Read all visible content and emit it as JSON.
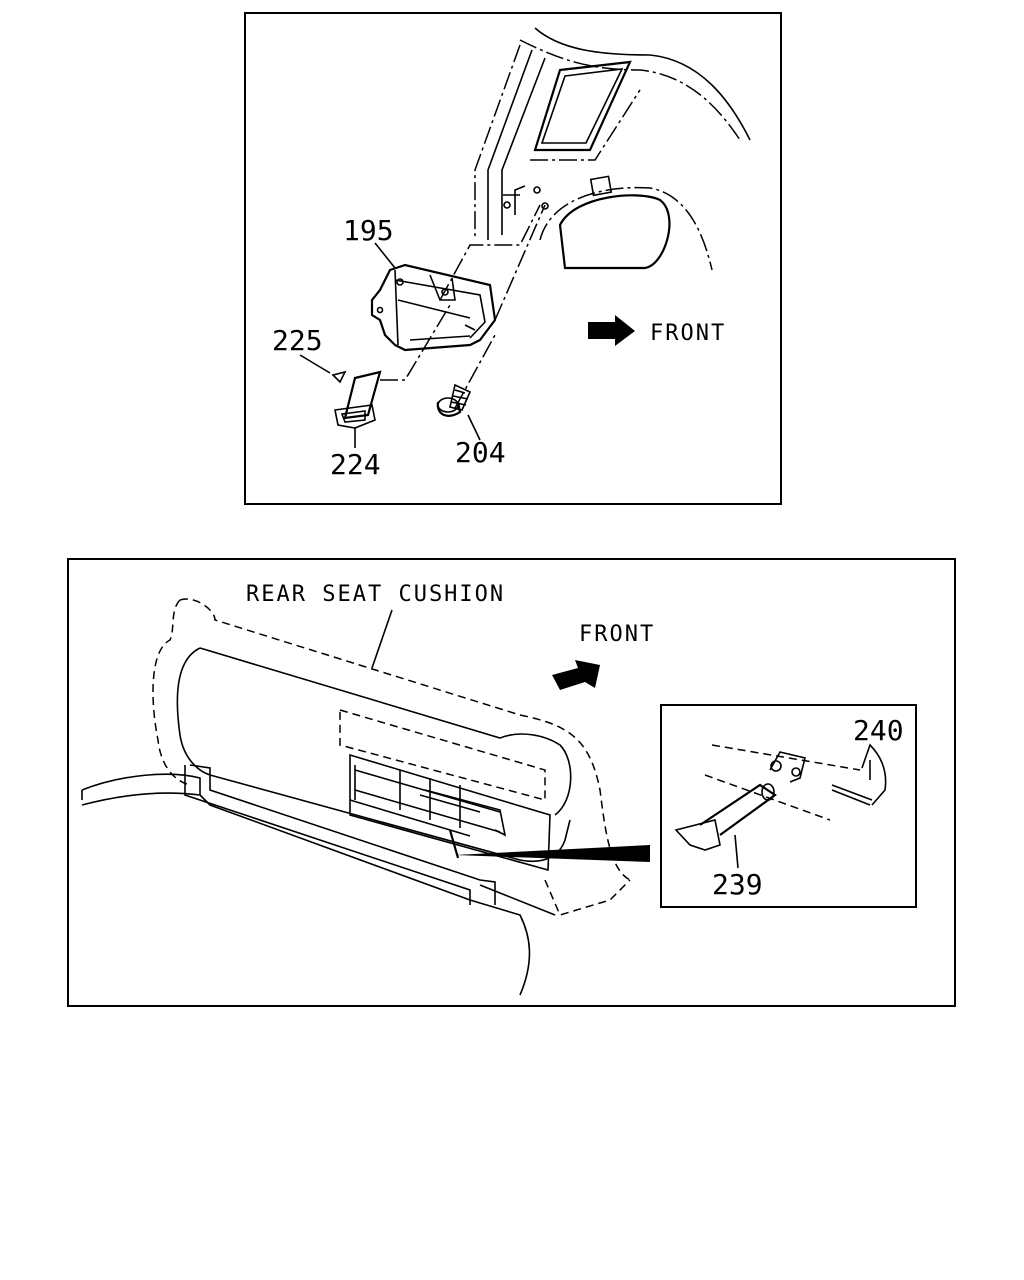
{
  "top_panel": {
    "labels": {
      "p195": "195",
      "p225": "225",
      "p224": "224",
      "p204": "204"
    },
    "front": "FRONT"
  },
  "bottom_panel": {
    "rear_seat_cushion": "REAR SEAT CUSHION",
    "front": "FRONT",
    "inset": {
      "p240": "240",
      "p239": "239"
    }
  }
}
